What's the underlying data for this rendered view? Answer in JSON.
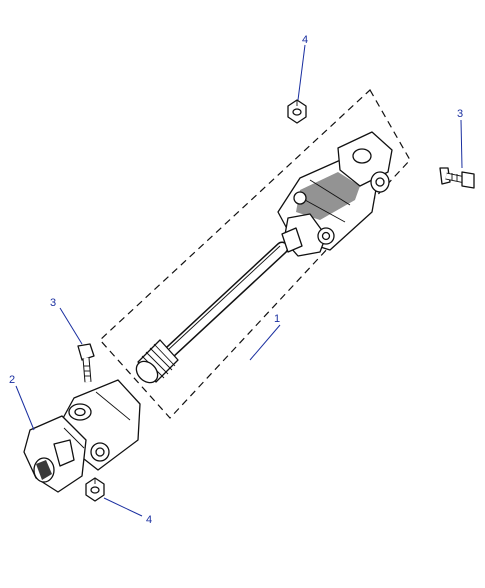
{
  "callouts": {
    "steering_shaft": "1",
    "lower_joint": "2",
    "bolt_upper": "3",
    "bolt_lower": "3",
    "nut_upper": "4",
    "nut_lower": "4"
  },
  "colors": {
    "callout": "#1a2fa0",
    "ink": "#111111",
    "background": "#ffffff"
  }
}
